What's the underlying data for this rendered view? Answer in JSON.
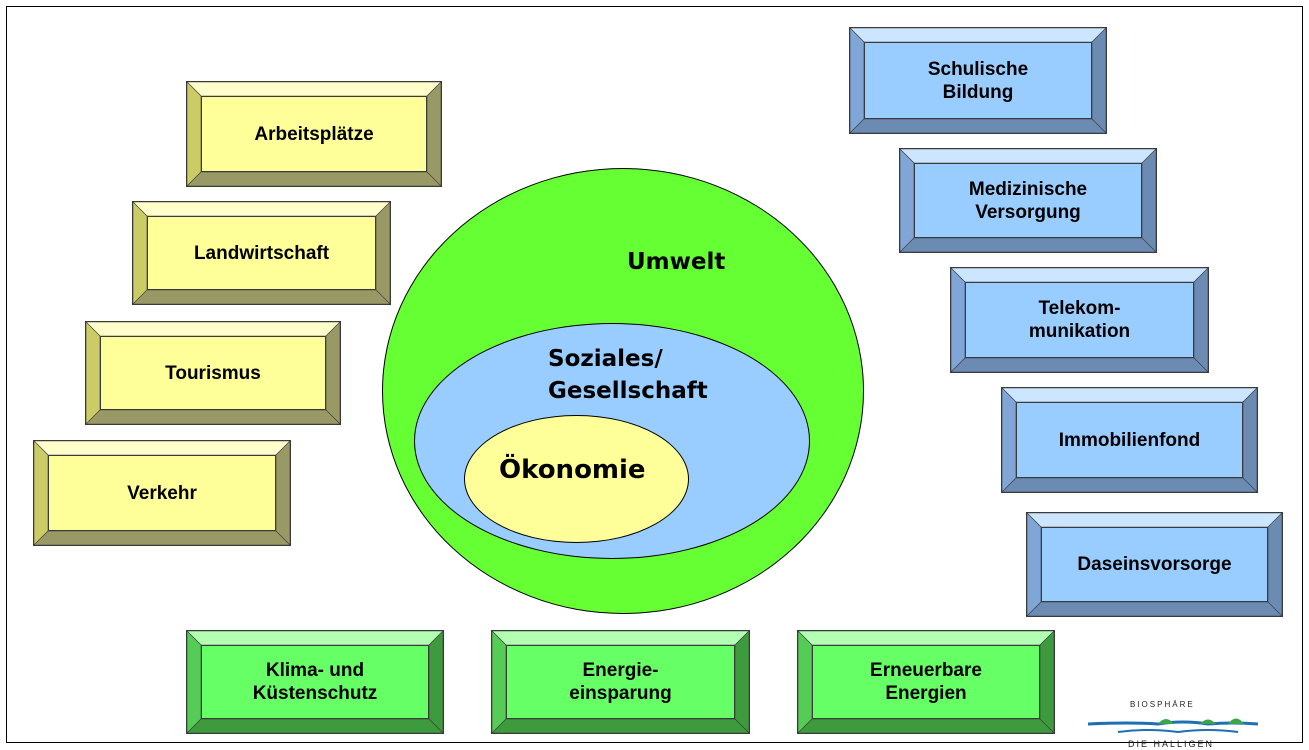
{
  "diagram": {
    "circles": {
      "outer": "Umwelt",
      "middle": "Soziales/\nGesellschaft",
      "inner": "Ökonomie"
    },
    "left_boxes": [
      "Arbeitsplätze",
      "Landwirtschaft",
      "Tourismus",
      "Verkehr"
    ],
    "right_boxes": [
      "Schulische\nBildung",
      "Medizinische\nVersorgung",
      "Telekom-\nmunikation",
      "Immobilienfond",
      "Daseinsvorsorge"
    ],
    "bottom_boxes": [
      "Klima- und\nKüstenschutz",
      "Energie-\neinsparung",
      "Erneuerbare\nEnergien"
    ]
  },
  "logo": {
    "top_text": "BIOSPHÄRE",
    "bottom_text": "DIE HALLIGEN"
  },
  "colors": {
    "economy_yellow": "#ffff99",
    "social_blue": "#99ccff",
    "environment_green": "#66ff66",
    "outer_circle_green": "#66ff33",
    "logo_blue": "#1f6fb5",
    "logo_green": "#3aa64a"
  }
}
